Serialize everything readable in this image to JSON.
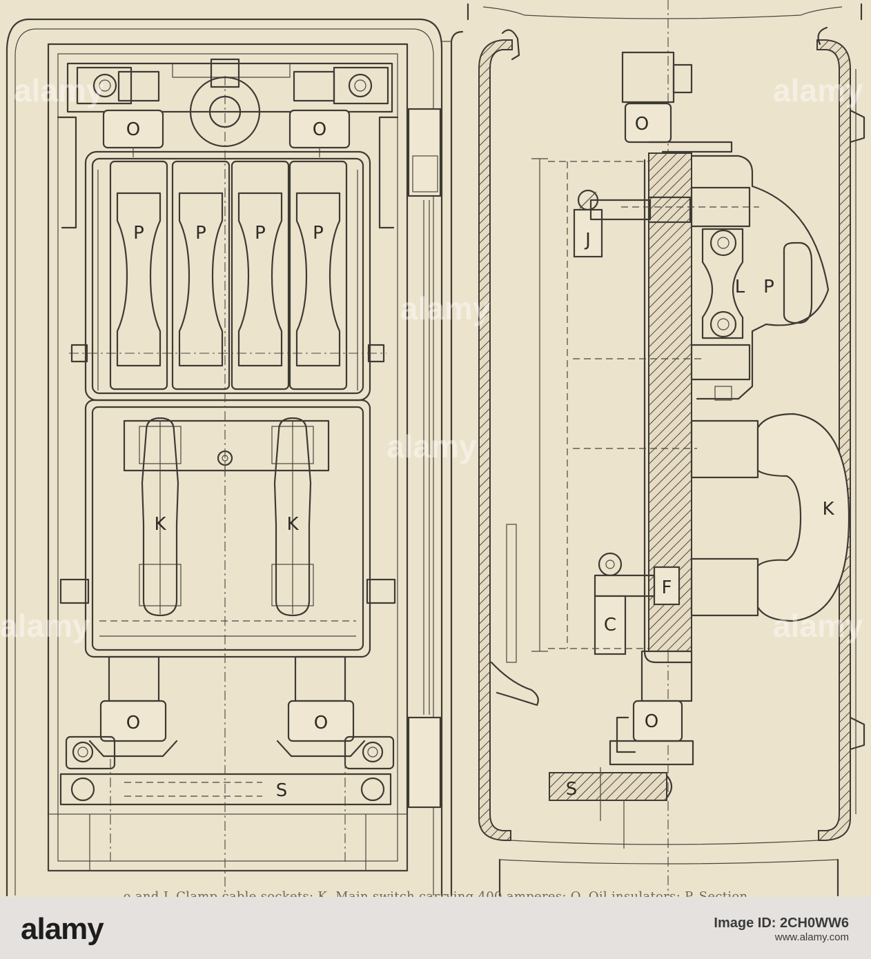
{
  "figure": {
    "caption": "o and J, Clamp cable sockets; K, Main switch carrying 400 amperes; O, Oil insulators; P, Section",
    "labels": {
      "front_o": "O",
      "front_p": "P",
      "front_k": "K",
      "front_s": "S",
      "side_o": "O",
      "side_j": "J",
      "side_l": "L",
      "side_p": "P",
      "side_k": "K",
      "side_f": "F",
      "side_c": "C",
      "side_s": "S"
    }
  },
  "watermark": {
    "logo": "alamy",
    "image_id": "Image ID: 2CH0WW6",
    "site": "www.alamy.com"
  }
}
